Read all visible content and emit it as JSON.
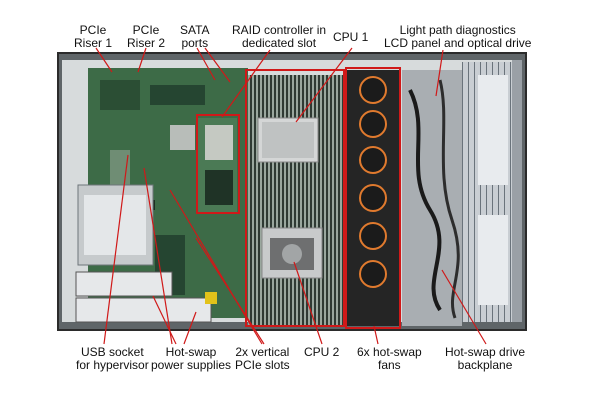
{
  "callouts": {
    "pcie_riser_1": [
      "PCIe",
      "Riser 1"
    ],
    "pcie_riser_2": [
      "PCIe",
      "Riser 2"
    ],
    "sata_ports": [
      "SATA",
      "ports"
    ],
    "raid_controller": [
      "RAID controller in",
      "dedicated slot"
    ],
    "cpu_1": [
      "CPU 1"
    ],
    "light_path": [
      "Light path diagnostics",
      "LCD panel and optical drive"
    ],
    "usb_socket": [
      "USB socket",
      "for hypervisor"
    ],
    "power_supplies": [
      "Hot-swap",
      "power supplies"
    ],
    "pcie_slots": [
      "2x vertical",
      "PCIe slots"
    ],
    "cpu_2": [
      "CPU 2"
    ],
    "fans": [
      "6x hot-swap",
      "fans"
    ],
    "backplane": [
      "Hot-swap drive",
      "backplane"
    ]
  },
  "colors": {
    "callout": "#d01919",
    "chassis": "#2b2b2b",
    "board": "#3d6b47"
  }
}
